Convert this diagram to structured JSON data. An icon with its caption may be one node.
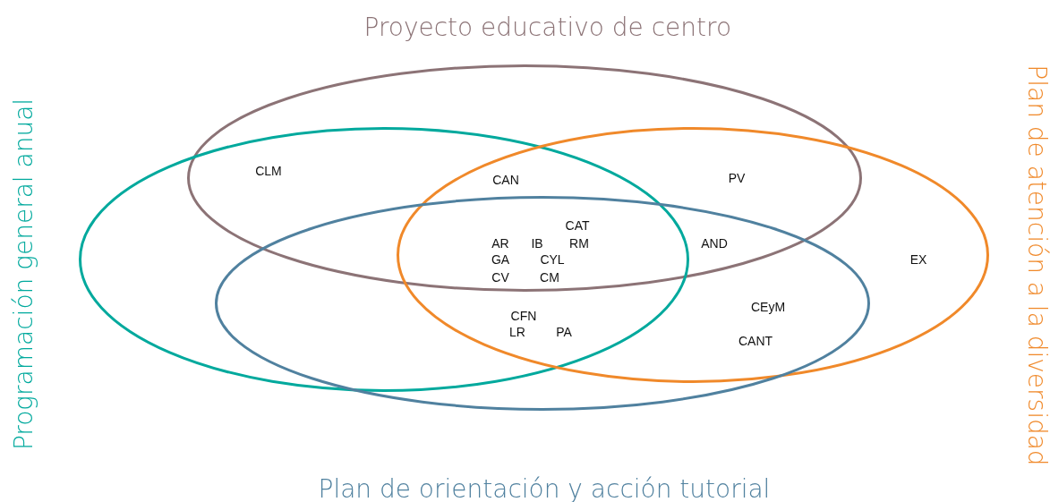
{
  "diagram": {
    "nodes": [
      {
        "text": [
          "Proyecto educativo de centro"
        ]
      },
      {
        "text": [
          "Programación general anual"
        ]
      },
      {
        "text": [
          "Plan de atención a la diversidad"
        ]
      },
      {
        "text": [
          "Plan de orientación y acción tutorial"
        ]
      }
    ],
    "labels": [
      "CLM",
      "CAN",
      "PV",
      "CAT",
      "AR",
      "IB",
      "RM",
      "AND",
      "GA",
      "CYL",
      "EX",
      "CV",
      "CM",
      "CEyM",
      "CFN",
      "LR",
      "PA",
      "CANT"
    ]
  }
}
